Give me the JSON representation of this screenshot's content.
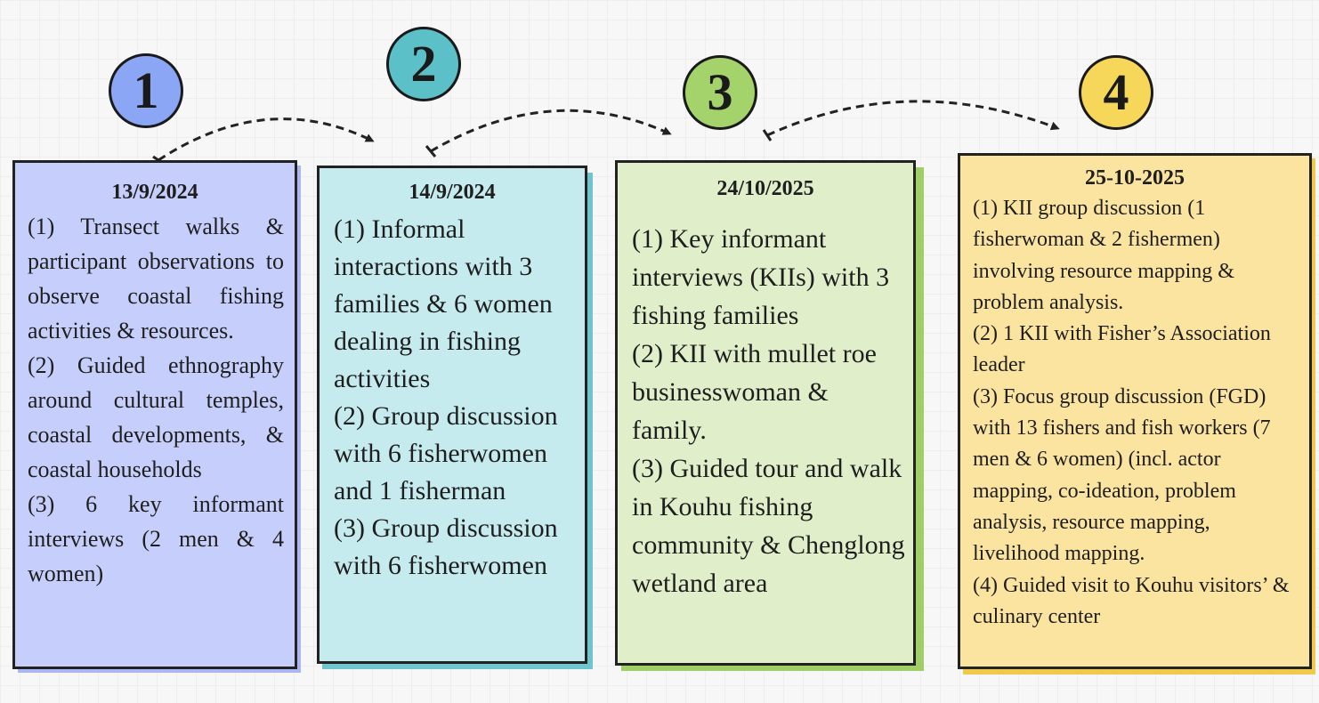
{
  "steps": [
    {
      "number": "1",
      "date": "13/9/2024",
      "text": "(1) Transect walks & participant observations to observe coastal fishing activities & resources.\n(2) Guided ethnography around cultural temples, coastal developments, & coastal households\n(3) 6 key informant interviews (2 men & 4 women)",
      "circle_color": "#8aa6f5",
      "card_color": "#c6cffb",
      "shadow_color": "#aab7f2"
    },
    {
      "number": "2",
      "date": "14/9/2024",
      "text": "(1) Informal interactions with 3 families & 6 women dealing in fishing activities\n(2) Group discussion with 6 fisherwomen and 1 fisherman\n(3) Group discussion with 6 fisherwomen",
      "circle_color": "#5cc0c8",
      "card_color": "#c6ebee",
      "shadow_color": "#6fc5cb"
    },
    {
      "number": "3",
      "date": "24/10/2025",
      "text": "(1) Key informant interviews (KIIs) with 3 fishing families\n(2) KII with mullet roe businesswoman & family.\n(3) Guided tour and walk in Kouhu fishing community & Chenglong wetland area",
      "circle_color": "#a3d36a",
      "card_color": "#e0efca",
      "shadow_color": "#9fcf66"
    },
    {
      "number": "4",
      "date": "25-10-2025",
      "text": "(1) KII group discussion (1 fisherwoman & 2 fishermen) involving resource mapping & problem analysis.\n(2) 1 KII with Fisher’s Association leader\n(3) Focus group discussion (FGD) with 13 fishers and fish workers (7 men & 6 women) (incl. actor mapping, co-ideation, problem analysis, resource mapping, livelihood mapping.\n(4) Guided visit to Kouhu visitors’ & culinary center",
      "circle_color": "#f7d75a",
      "card_color": "#fbe3a0",
      "shadow_color": "#f0c84e"
    }
  ]
}
